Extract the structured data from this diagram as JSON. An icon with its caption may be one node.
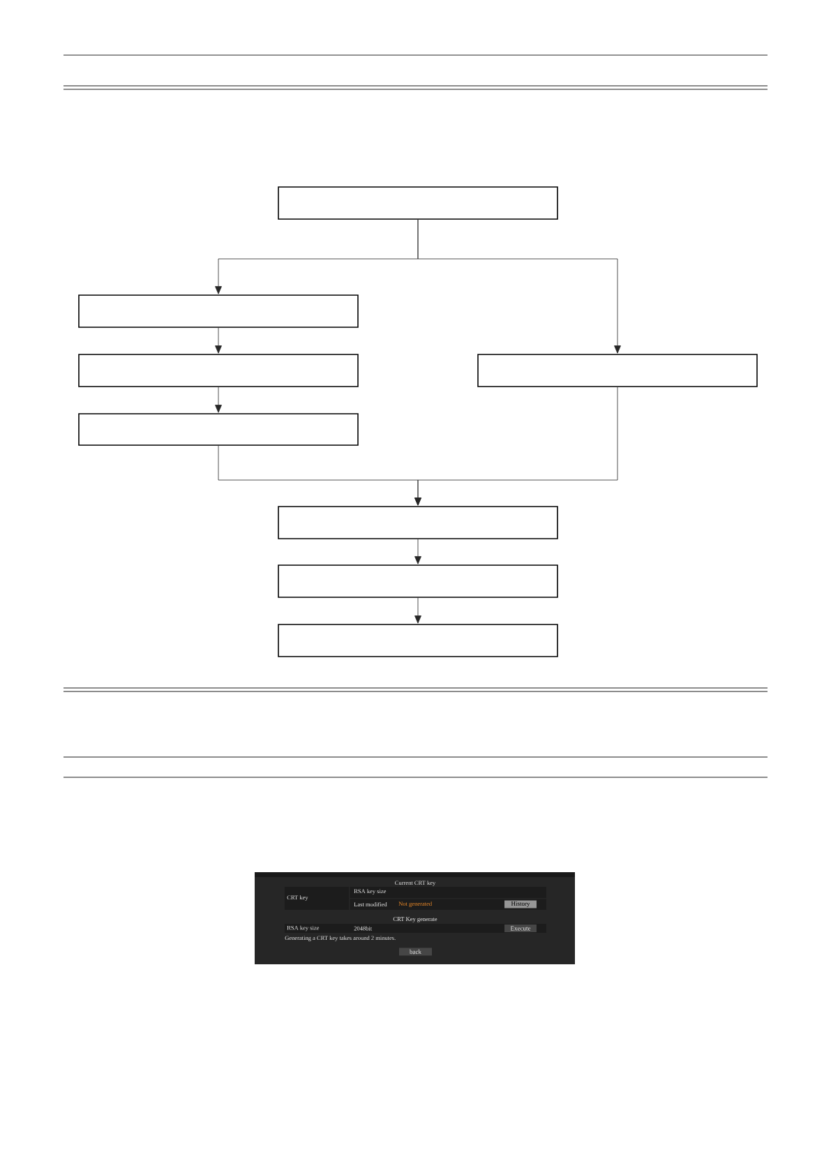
{
  "diagram": {
    "nodes": [
      {
        "text": [],
        "shape": "box"
      },
      {
        "text": [],
        "shape": "box"
      },
      {
        "text": [],
        "shape": "box"
      },
      {
        "text": [],
        "shape": "box"
      },
      {
        "text": [],
        "shape": "box"
      },
      {
        "text": [],
        "shape": "box"
      },
      {
        "text": [],
        "shape": "box"
      },
      {
        "text": [],
        "shape": "box"
      }
    ],
    "edges": [
      {
        "from": 0,
        "to": 1,
        "arrow": "to"
      },
      {
        "from": 0,
        "to": 3,
        "arrow": "to"
      },
      {
        "from": 1,
        "to": 2,
        "arrow": "to"
      },
      {
        "from": 2,
        "to": 4,
        "arrow": "to"
      },
      {
        "from": 4,
        "to": 5,
        "arrow": "to"
      },
      {
        "from": 3,
        "to": 5,
        "arrow": "to"
      },
      {
        "from": 5,
        "to": 6,
        "arrow": "to"
      },
      {
        "from": 6,
        "to": 7,
        "arrow": "to"
      }
    ],
    "labels": [
      "Current CRT key",
      "CRT key",
      "RSA key size",
      "Last modified",
      "Not generated",
      "History",
      "CRT Key generate",
      "RSA key size",
      "2048bit",
      "Execute",
      "Generating a CRT key takes around 2 minutes.",
      "back"
    ]
  }
}
